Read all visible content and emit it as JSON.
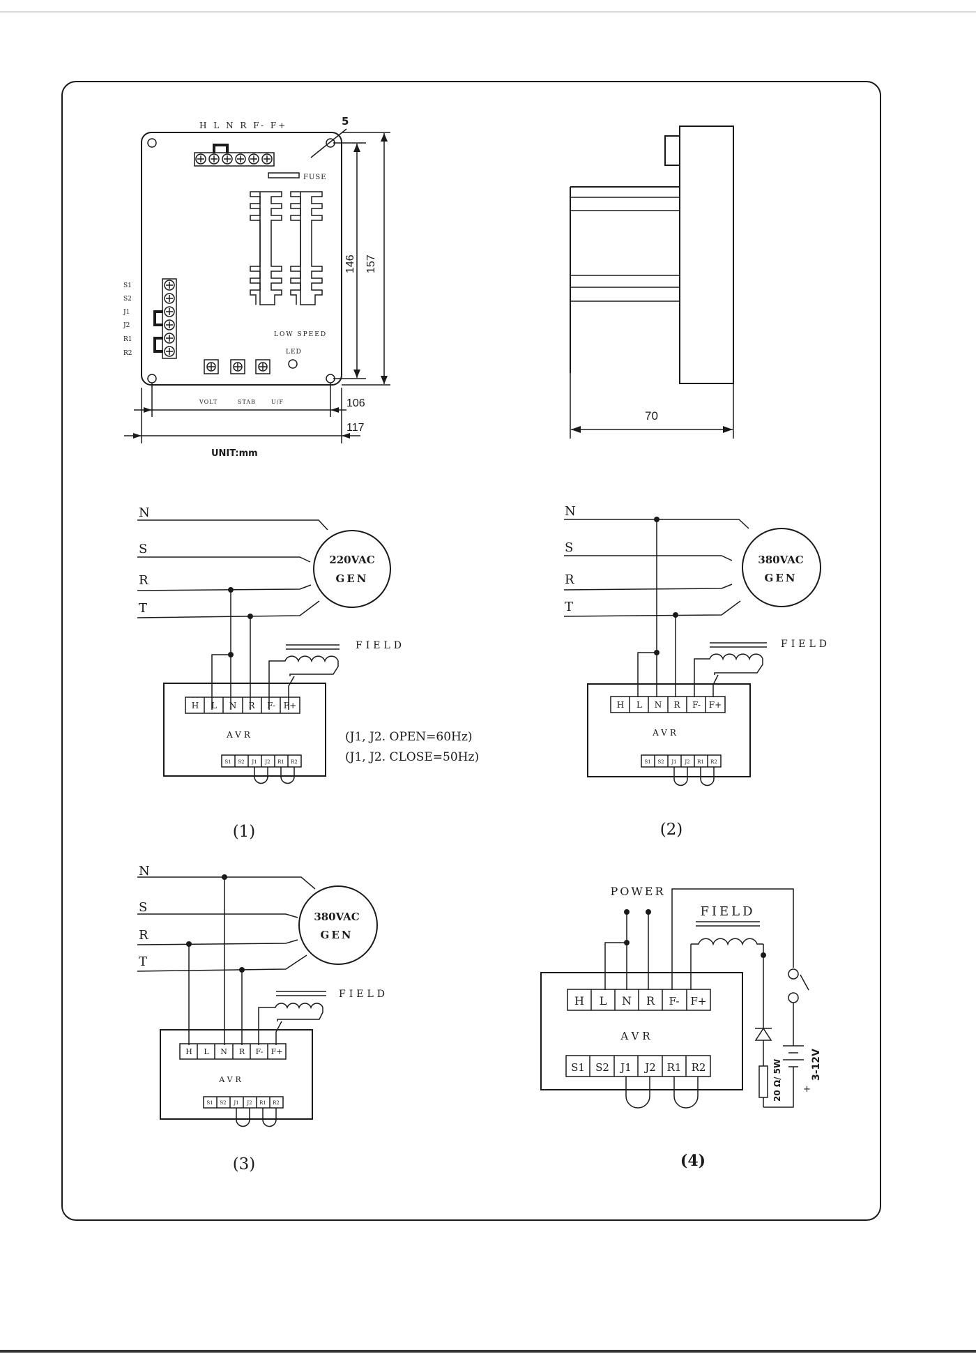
{
  "mechanical": {
    "top_terminals": "H L N R F- F+",
    "fuse": "FUSE",
    "left_terminals": [
      "S1",
      "S2",
      "J1",
      "J2",
      "R1",
      "R2"
    ],
    "low_speed": "LOW  SPEED",
    "led": "LED",
    "pots": [
      "VOLT",
      "STAB",
      "U/F"
    ],
    "dim_hole": "5",
    "dim_146": "146",
    "dim_157": "157",
    "dim_106": "106",
    "dim_117": "117",
    "unit": "UNIT:mm",
    "dim_70": "70"
  },
  "wiring": {
    "phases": [
      "N",
      "S",
      "R",
      "T"
    ],
    "field": "FIELD",
    "avr": "AVR",
    "terminals_top": [
      "H",
      "L",
      "N",
      "R",
      "F-",
      "F+"
    ],
    "terminals_bottom": [
      "S1",
      "S2",
      "J1",
      "J2",
      "R1",
      "R2"
    ],
    "gen1_line1": "220VAC",
    "gen1_line2": "GEN",
    "gen2_line1": "380VAC",
    "gen2_line2": "GEN",
    "gen3_line1": "380VAC",
    "gen3_line2": "GEN",
    "note_open": "(J1, J2. OPEN=60Hz)",
    "note_close": "(J1, J2.  CLOSE=50Hz)",
    "label1": "(1)",
    "label2": "(2)",
    "label3": "(3)",
    "label4": "(4)",
    "power": "POWER",
    "resistor": "20 Ω/ 5W",
    "battery": "3-12V",
    "plus": "+"
  }
}
